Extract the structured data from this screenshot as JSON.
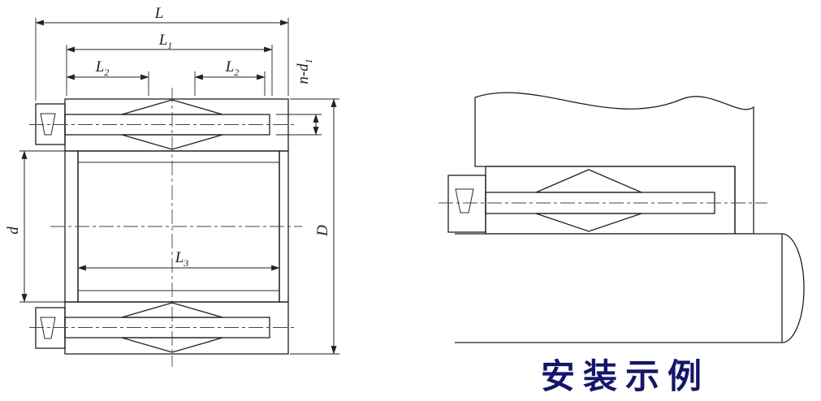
{
  "dims": {
    "L": {
      "main": "L"
    },
    "L1": {
      "main": "L",
      "sub": "1"
    },
    "L2a": {
      "main": "L",
      "sub": "2"
    },
    "L2b": {
      "main": "L",
      "sub": "2"
    },
    "nd1": {
      "main": "n-d",
      "sub": "1"
    },
    "d": {
      "main": "d"
    },
    "D": {
      "main": "D"
    },
    "L3": {
      "main": "L",
      "sub": "3"
    }
  },
  "caption": "安装示例",
  "colors": {
    "line": "#222222",
    "hatch": "#5a5a5a",
    "caption": "#15156b",
    "background": "#ffffff"
  }
}
